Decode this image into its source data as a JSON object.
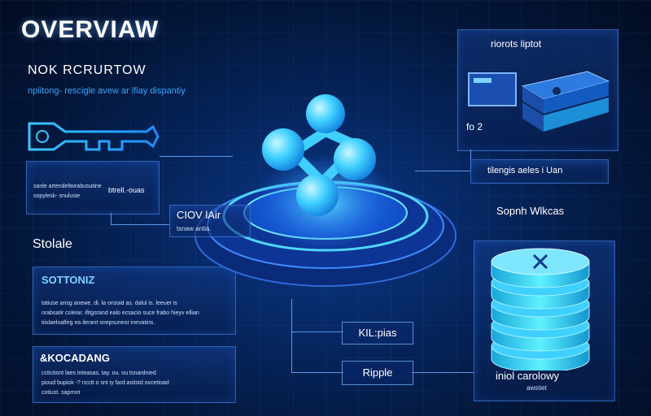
{
  "header": {
    "title": "OVERVIAW"
  },
  "left": {
    "section_title": "NOK RCRURTOW",
    "subtitle": "npiitong- rescigle avew ar ifiay dispantiy",
    "key_panel": {
      "text": [
        "sanle artendeltwrabusutine",
        "sopylesk- snulusie"
      ],
      "label": "btrell.-ouas"
    },
    "storage_title": "Stolale",
    "box1": {
      "title": "SOTTONIZ",
      "text": [
        "tatiuse ansg anewe. di. la onsoid as. dalul is. leeuer is",
        "nrabsatir coleiar. ifitgsrand ealo ecsacio suce frabo hieyv ellian",
        "tiislaeloalfeg ea ilerant snepsuneor inevatins."
      ]
    },
    "box2": {
      "title": "&KOCADANG",
      "text": [
        "cctictiont laes inteasas. tay. ou. ou tsnardnied",
        "pioud bupiok -? ncctt o snt iy fard asitstd ovcetioad",
        "cotiust. saprnnt"
      ]
    }
  },
  "center": {
    "label_title": "CIOV lAir",
    "label_sub": "tsnaw antia."
  },
  "right": {
    "top_panel": {
      "title": "riorots liptot",
      "footer": "fo 2"
    },
    "banner": "tilengis aeles i Uan",
    "section_title": "Sopnh Wlkcas",
    "db_title": "iniol carolowy",
    "db_sub": "awstiet"
  },
  "bottom": {
    "pill1": "KIL:pias",
    "pill2": "Ripple"
  },
  "colors": {
    "accent": "#3fd0ff",
    "background": "#031638"
  }
}
